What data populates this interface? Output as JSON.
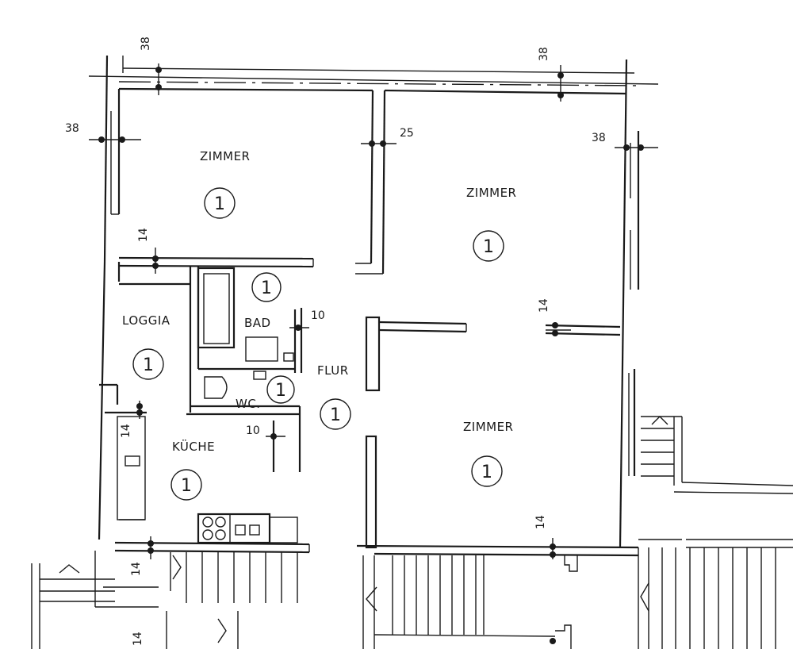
{
  "rooms": {
    "zimmer_top_left": {
      "name": "ZIMMER",
      "badge": "1"
    },
    "zimmer_top_right": {
      "name": "ZIMMER",
      "badge": "1"
    },
    "zimmer_bottom": {
      "name": "ZIMMER",
      "badge": "1"
    },
    "loggia": {
      "name": "LOGGIA",
      "badge": "1"
    },
    "bad": {
      "name": "BAD",
      "badge": "1"
    },
    "wc": {
      "name": "WC.",
      "badge": "1"
    },
    "flur": {
      "name": "FLUR",
      "badge": "1"
    },
    "kueche": {
      "name": "KÜCHE",
      "badge": "1"
    }
  },
  "dimensions": {
    "top_left": "38",
    "top_right": "38",
    "left": "38",
    "right": "38",
    "partition_top": "25",
    "loggia_wall": "14",
    "corridor_wall": "14",
    "bad_wall": "10",
    "kitchen_wall": "14",
    "wc_wall": "10",
    "zimmer_bottom_wall": "14",
    "kitchen_bottom": "14",
    "bottom_left": "14"
  }
}
